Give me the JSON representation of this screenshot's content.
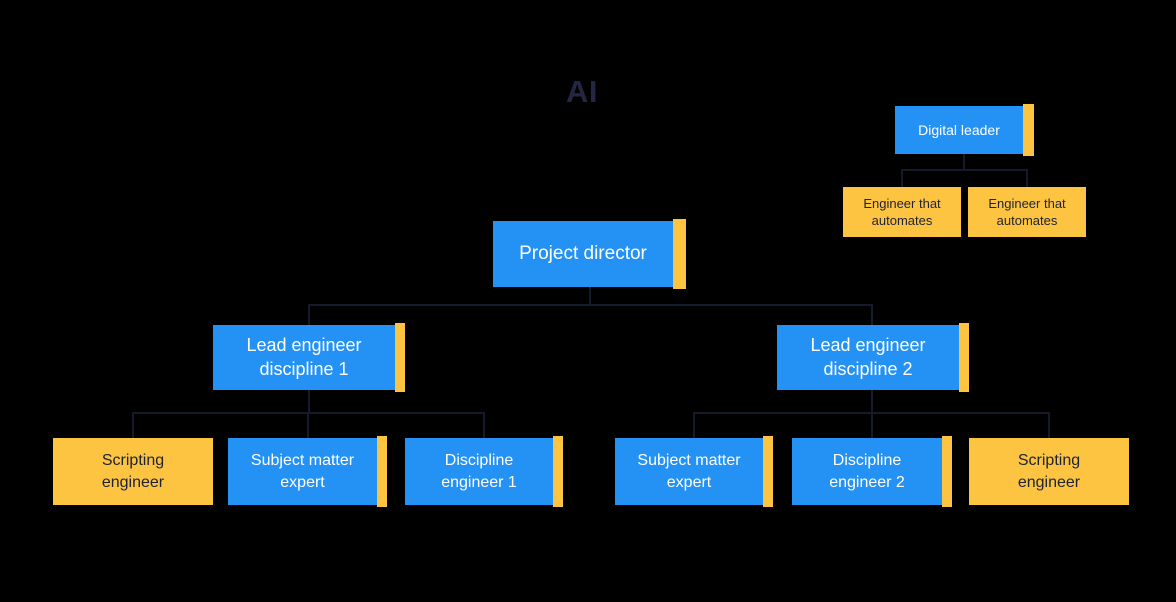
{
  "title": {
    "text": "AI"
  },
  "colors": {
    "background": "#000000",
    "node_blue": "#2492F4",
    "node_yellow": "#FCC440",
    "accent_yellow": "#FCC440",
    "text_on_blue": "#FFFFFF",
    "text_on_yellow": "#1E2235",
    "title_text": "#232743",
    "connector": "#161A2D"
  },
  "nodes": {
    "digital_leader": {
      "label": "Digital leader",
      "style": "blue-accent"
    },
    "engineer_automates_1": {
      "label": "Engineer that automates",
      "style": "yellow"
    },
    "engineer_automates_2": {
      "label": "Engineer that automates",
      "style": "yellow"
    },
    "project_director": {
      "label": "Project director",
      "style": "blue-accent"
    },
    "lead_engineer_1": {
      "label": "Lead engineer discipline 1",
      "style": "blue-accent"
    },
    "lead_engineer_2": {
      "label": "Lead engineer discipline 2",
      "style": "blue-accent"
    },
    "scripting_engineer_left": {
      "label": "Scripting engineer",
      "style": "yellow"
    },
    "subject_matter_expert_left": {
      "label": "Subject matter expert",
      "style": "blue-accent"
    },
    "discipline_engineer_1": {
      "label": "Discipline engineer 1",
      "style": "blue-accent"
    },
    "subject_matter_expert_right": {
      "label": "Subject matter expert",
      "style": "blue-accent"
    },
    "discipline_engineer_2": {
      "label": "Discipline engineer 2",
      "style": "blue-accent"
    },
    "scripting_engineer_right": {
      "label": "Scripting engineer",
      "style": "yellow"
    }
  },
  "hierarchy": [
    {
      "parent": "digital_leader",
      "children": [
        "engineer_automates_1",
        "engineer_automates_2"
      ]
    },
    {
      "parent": "project_director",
      "children": [
        "lead_engineer_1",
        "lead_engineer_2"
      ]
    },
    {
      "parent": "lead_engineer_1",
      "children": [
        "scripting_engineer_left",
        "subject_matter_expert_left",
        "discipline_engineer_1"
      ]
    },
    {
      "parent": "lead_engineer_2",
      "children": [
        "subject_matter_expert_right",
        "discipline_engineer_2",
        "scripting_engineer_right"
      ]
    }
  ]
}
